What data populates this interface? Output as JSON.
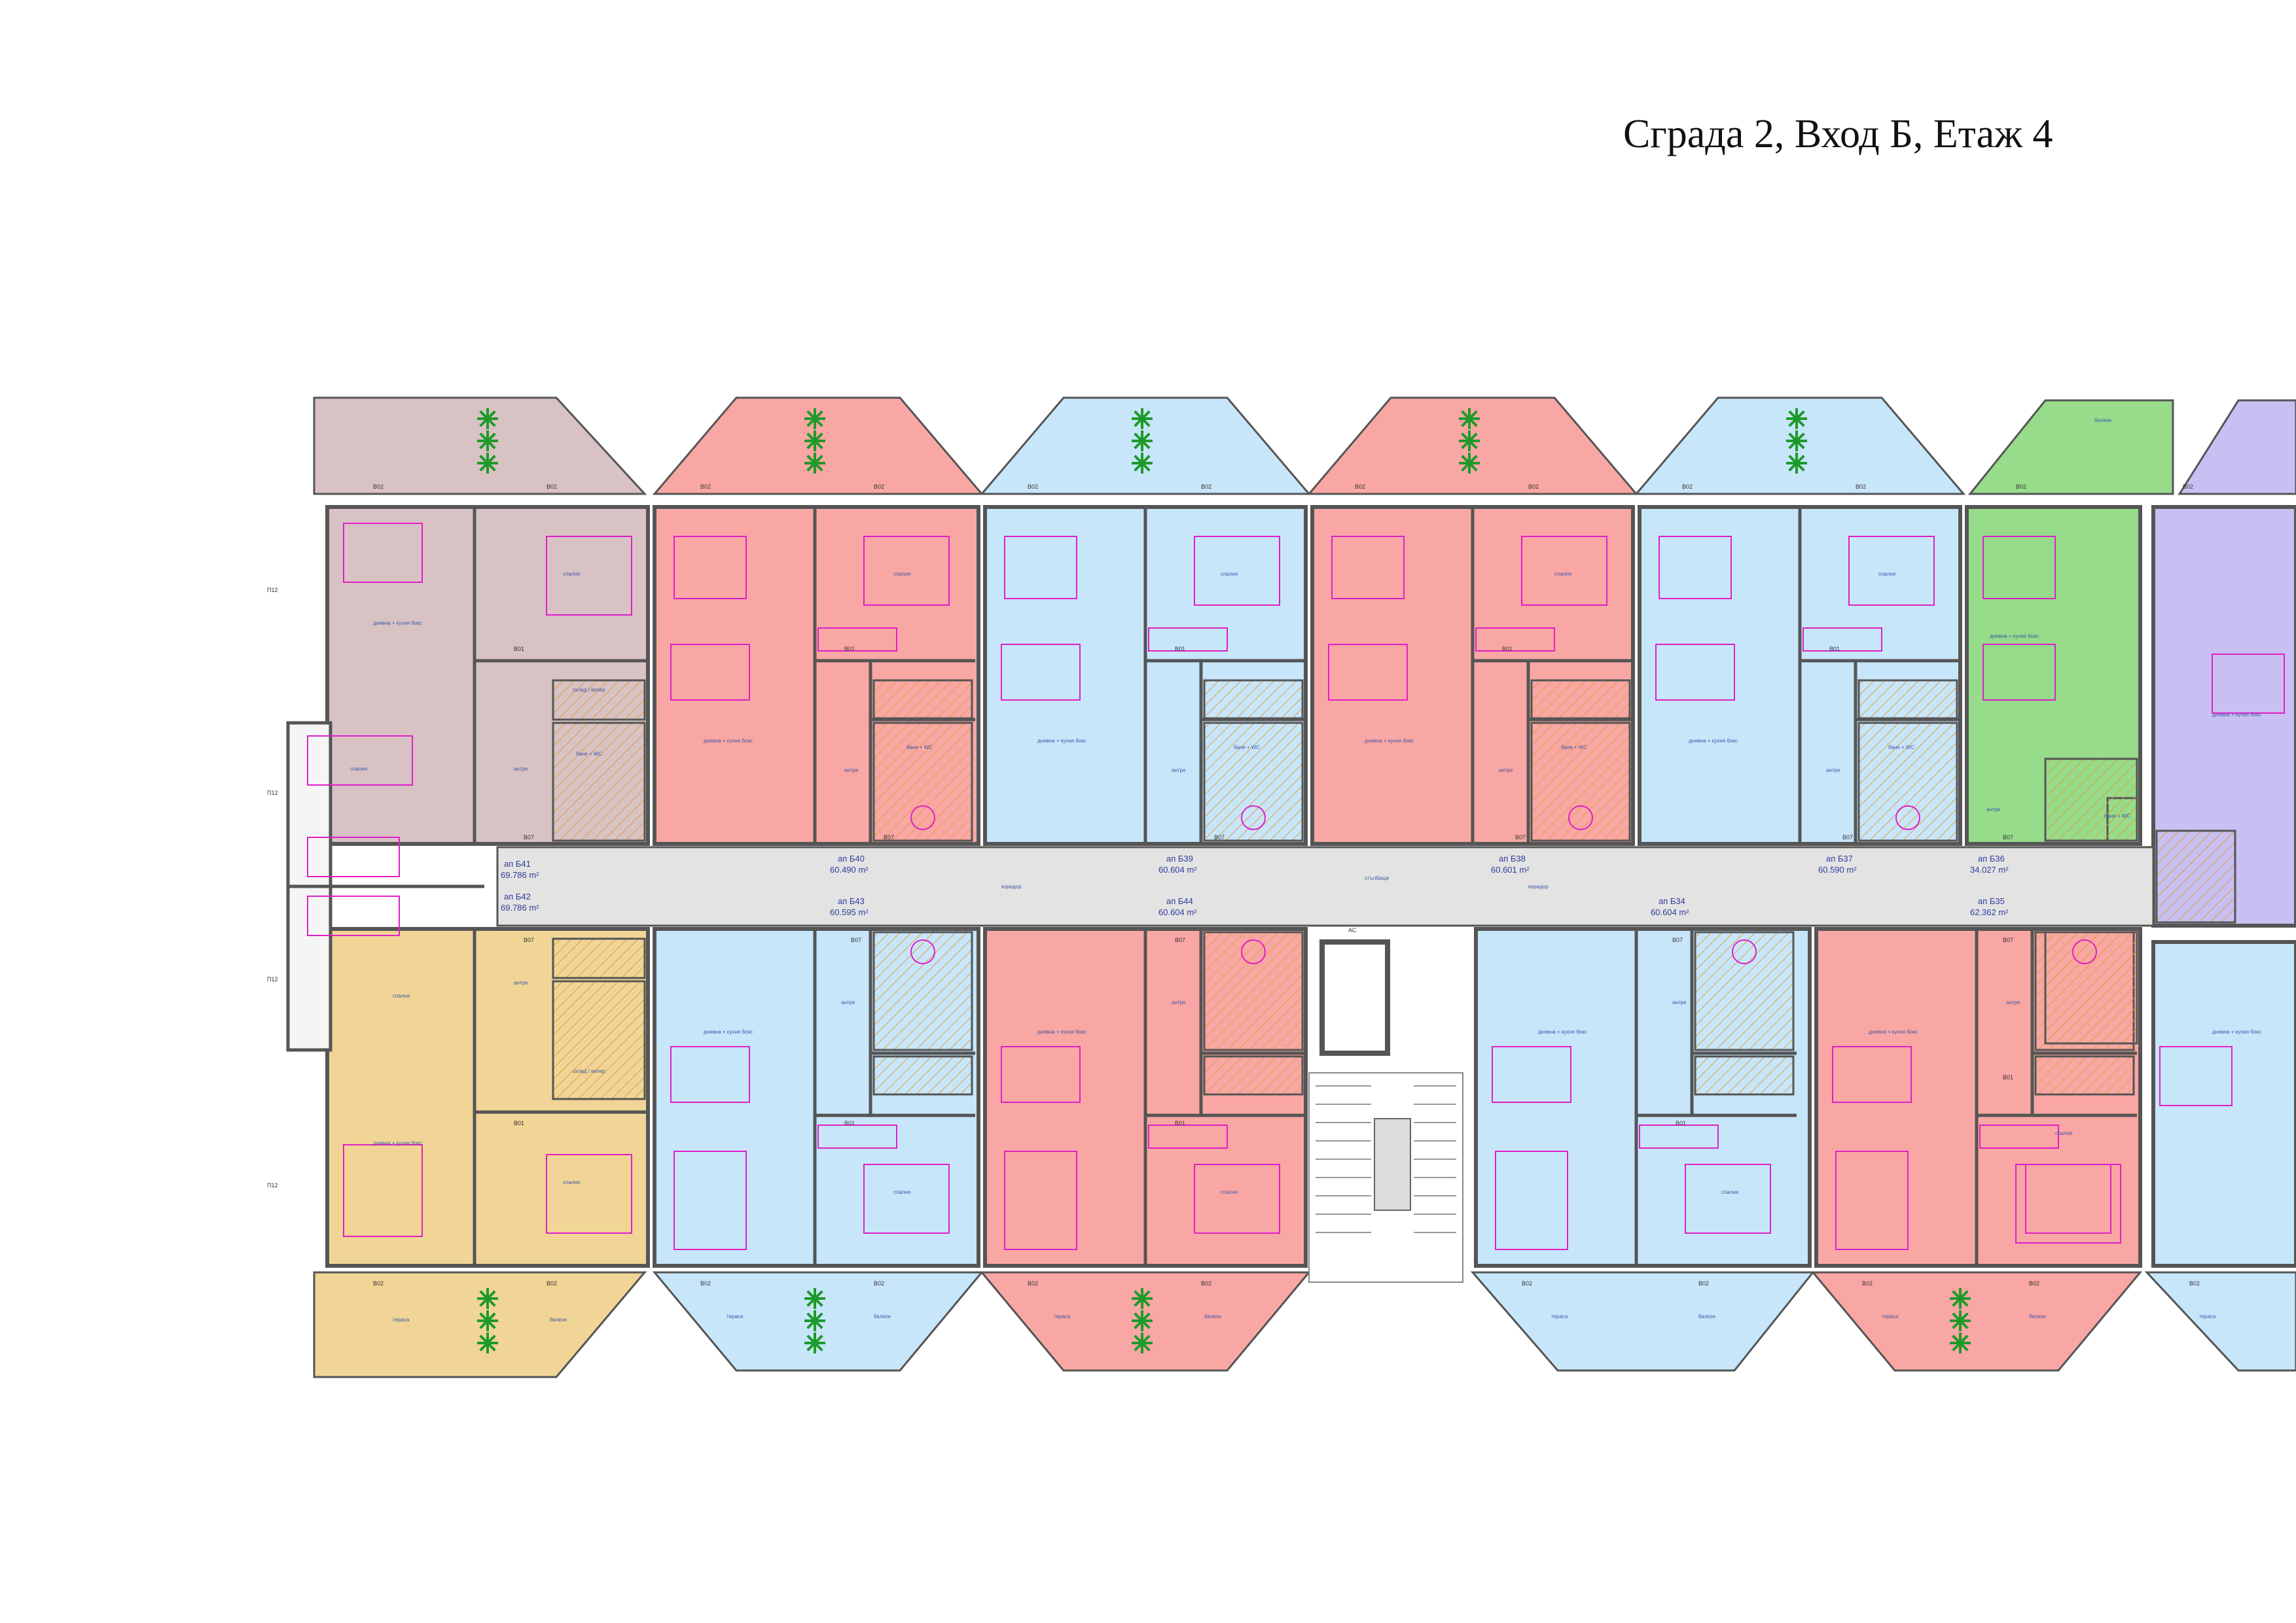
{
  "title": "Сграда 2, Вход Б, Етаж 4",
  "colors": {
    "pink": "#f9a7a4",
    "blue": "#c8e6fa",
    "mauve": "#d8c2c4",
    "yellow": "#f0d596",
    "green": "#96dc8a",
    "purple": "#c8c0f2",
    "corridor": "#e3e3e3",
    "wall": "#555555",
    "furniture": "#e01fc8"
  },
  "units": {
    "b41": {
      "label": "ап Б41",
      "area": "69.786 m²"
    },
    "b40": {
      "label": "ап Б40",
      "area": "60.490 m²"
    },
    "b39": {
      "label": "ап Б39",
      "area": "60.604 m²"
    },
    "b38": {
      "label": "ап Б38",
      "area": "60.601 m²"
    },
    "b37": {
      "label": "ап Б37",
      "area": "60.590 m²"
    },
    "b36": {
      "label": "ап Б36",
      "area": "34.027 m²"
    },
    "b42": {
      "label": "ап Б42",
      "area": "69.786 m²"
    },
    "b43": {
      "label": "ап Б43",
      "area": "60.595 m²"
    },
    "b44": {
      "label": "ап Б44",
      "area": "60.604 m²"
    },
    "b34": {
      "label": "ап Б34",
      "area": "60.604 m²"
    },
    "b35": {
      "label": "ап Б35",
      "area": "62.362 m²"
    }
  },
  "rooms": {
    "bedroom": "спалня",
    "living": "дневна + кухня бокс",
    "hall": "антре",
    "bath": "баня + WC",
    "storage": "склад / килер",
    "balcony": "балкон",
    "terrace": "тераса",
    "corridor": "коридор",
    "stairs": "стълбище",
    "ac": "АС"
  },
  "tags": {
    "window": "B02",
    "door": "B01",
    "entry": "B07",
    "side": "П12"
  }
}
